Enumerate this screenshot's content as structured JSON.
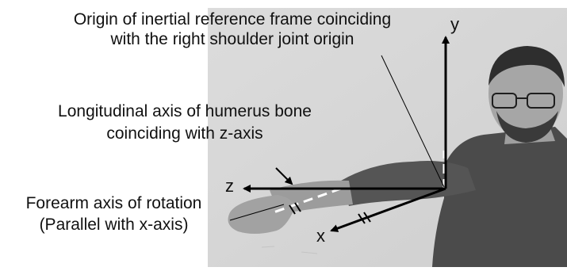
{
  "annotations": {
    "origin_line1": "Origin of inertial reference frame coinciding",
    "origin_line2": "with the right shoulder joint origin",
    "humerus_line1": "Longitudinal axis of humerus bone",
    "humerus_line2": "coinciding with z-axis",
    "forearm_line1": "Forearm axis of rotation",
    "forearm_line2": "(Parallel with x-axis)"
  },
  "axes": {
    "y_label": "y",
    "z_label": "z",
    "x_label": "x"
  },
  "colors": {
    "background": "#ffffff",
    "photo_wall": "#d4d4d4",
    "shirt": "#4a4a4a",
    "skin": "#a9a9a9",
    "axis_ink": "#000000",
    "dashed_axis": "#ffffff"
  }
}
